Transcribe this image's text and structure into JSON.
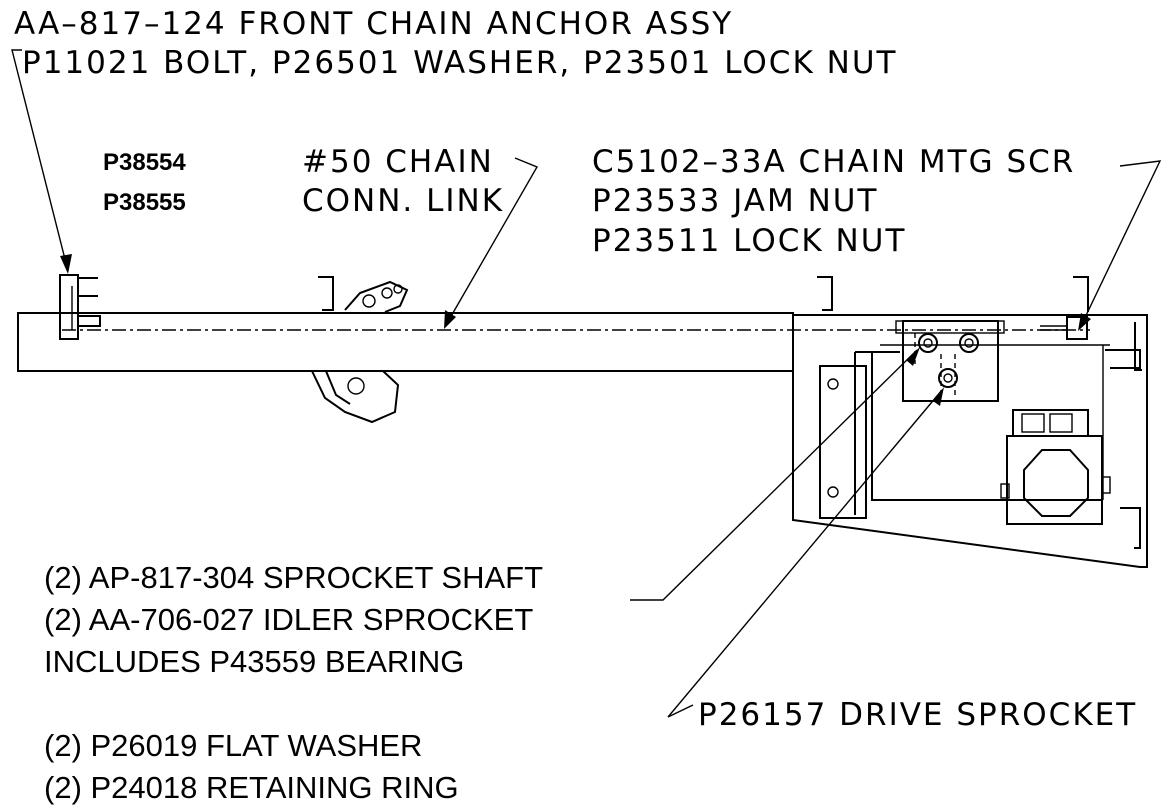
{
  "callouts": {
    "front_anchor_line1": "AA–817–124 FRONT CHAIN ANCHOR ASSY",
    "front_anchor_line2": "P11021 BOLT, P26501 WASHER, P23501 LOCK NUT",
    "part_p38554": "P38554",
    "part_p38555": "P38555",
    "chain_line1": "#50 CHAIN",
    "chain_line2": "CONN. LINK",
    "mtg_line1": "C5102–33A CHAIN MTG SCR",
    "mtg_line2": "P23533 JAM NUT",
    "mtg_line3": "P23511 LOCK NUT",
    "drive_sprocket": "P26157 DRIVE SPROCKET"
  },
  "notes": {
    "shaft": "(2) AP-817-304 SPROCKET SHAFT",
    "idler": "(2) AA-706-027 IDLER SPROCKET",
    "bearing": "INCLUDES P43559 BEARING",
    "washer": "(2) P26019 FLAT WASHER",
    "ring": "(2) P24018 RETAINING RING"
  }
}
